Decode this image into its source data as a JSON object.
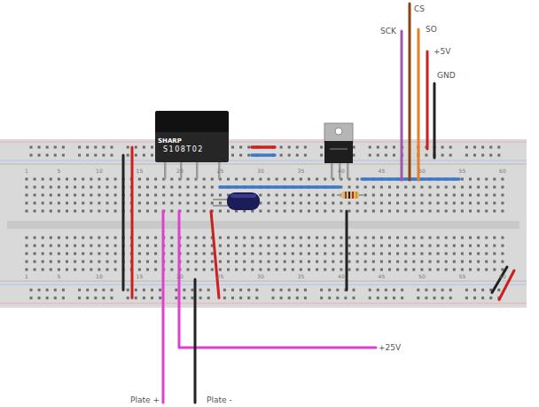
{
  "diagram": {
    "nodes": [
      {
        "text": [
          "SHARP",
          "S108T02"
        ]
      }
    ],
    "labels": [
      "SCK",
      "CS",
      "SO",
      "+5V",
      "GND",
      "1",
      "5",
      "10",
      "15",
      "20",
      "25",
      "30",
      "35",
      "40",
      "45",
      "50",
      "55",
      "60",
      "1",
      "5",
      "10",
      "15",
      "20",
      "25",
      "30",
      "35",
      "40",
      "45",
      "50",
      "55",
      "60",
      "+25V",
      "Plate +",
      "Plate -"
    ]
  }
}
